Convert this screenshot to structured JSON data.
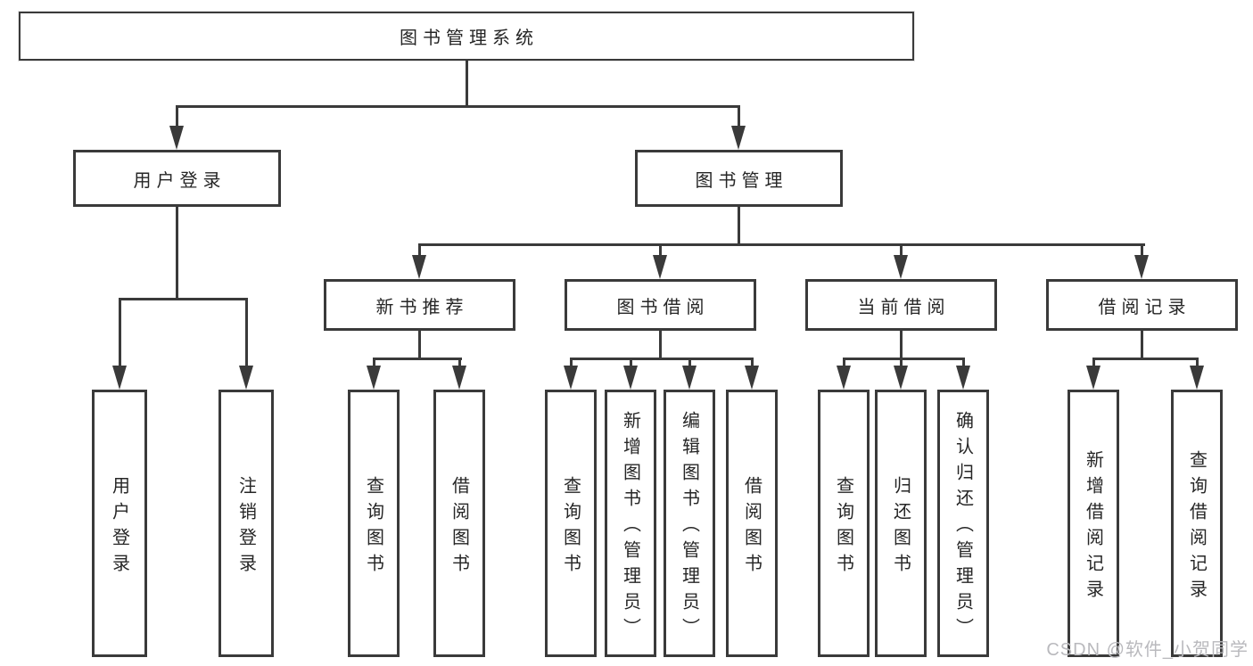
{
  "tree": {
    "root": {
      "label": "图书管理系统"
    },
    "branches": [
      {
        "label": "用户登录",
        "children": [
          "用户登录",
          "注销登录"
        ]
      },
      {
        "label": "图书管理",
        "sections": [
          {
            "label": "新书推荐",
            "children": [
              "查询图书",
              "借阅图书"
            ]
          },
          {
            "label": "图书借阅",
            "children": [
              "查询图书",
              "新增图书（管理员）",
              "编辑图书（管理员）",
              "借阅图书"
            ]
          },
          {
            "label": "当前借阅",
            "children": [
              "查询图书",
              "归还图书",
              "确认归还（管理员）"
            ]
          },
          {
            "label": "借阅记录",
            "children": [
              "新增借阅记录",
              "查询借阅记录"
            ]
          }
        ]
      }
    ]
  },
  "watermark": "CSDN @软件_小贺同学",
  "colors": {
    "line": "#3a3a3a",
    "border": "#3a3a3a",
    "fill": "#ffffff",
    "text": "#262626",
    "watermark": "#b9b9bd"
  }
}
